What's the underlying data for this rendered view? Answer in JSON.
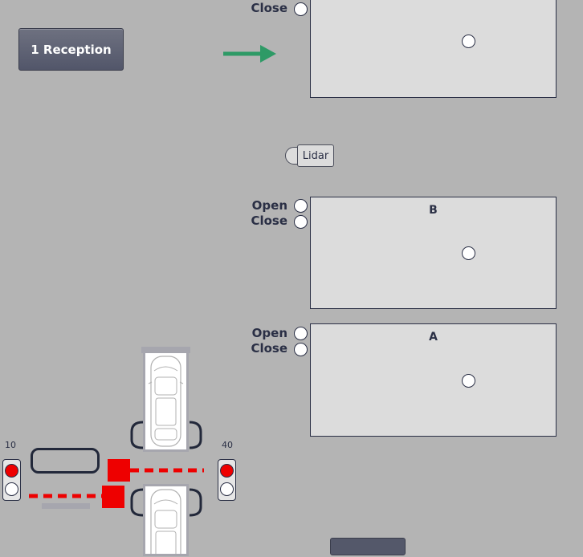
{
  "header": {
    "reception_button_label": "1 Reception"
  },
  "zones": [
    {
      "id": "top",
      "name": "",
      "open_label": "",
      "close_label": "Close"
    },
    {
      "id": "B",
      "name": "B",
      "open_label": "Open",
      "close_label": "Close"
    },
    {
      "id": "A",
      "name": "A",
      "open_label": "Open",
      "close_label": "Close"
    }
  ],
  "lidar": {
    "label": "Lidar"
  },
  "traffic_lights": [
    {
      "id": "left",
      "number": "10",
      "top_lamp": "red",
      "bottom_lamp": "off"
    },
    {
      "id": "right",
      "number": "40",
      "top_lamp": "red",
      "bottom_lamp": "off"
    }
  ],
  "colors": {
    "background": "#b4b4b4",
    "zone_fill": "#dcdcdc",
    "arrow": "#2e9a66",
    "barrier": "#ee0000",
    "lamp_red": "#ee0000",
    "lamp_off": "#ffffff",
    "outline": "#2a2f45"
  },
  "icons": {
    "arrow": "arrow-right-icon",
    "car": "car-topview-icon",
    "barrier": "barrier-icon",
    "traffic_light": "traffic-light-icon"
  }
}
